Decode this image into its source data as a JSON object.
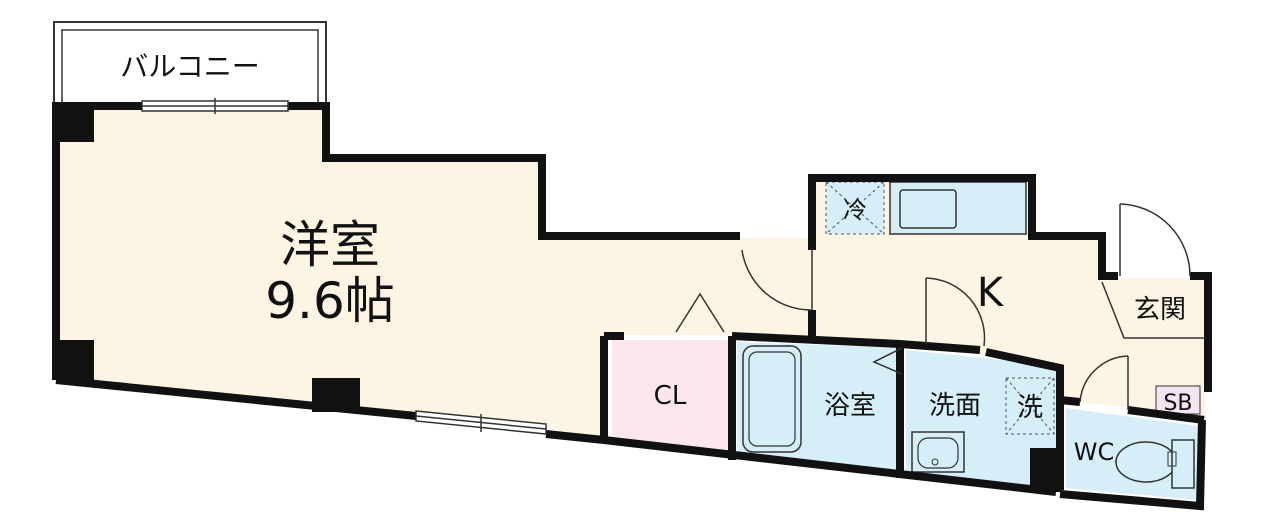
{
  "labels": {
    "balcony": "バルコニー",
    "western_room": "洋室",
    "western_room_size": "9.6帖",
    "closet": "CL",
    "bathroom": "浴室",
    "washroom": "洗面",
    "washer": "洗",
    "fridge": "冷",
    "kitchen": "K",
    "entrance": "玄関",
    "shoe_box": "SB",
    "toilet": "WC"
  },
  "colors": {
    "room_floor": "#fdf5e4",
    "closet_floor": "#fbe6ef",
    "wet_area": "#d5eef8",
    "wall": "#111111",
    "balcony": "#ffffff"
  }
}
